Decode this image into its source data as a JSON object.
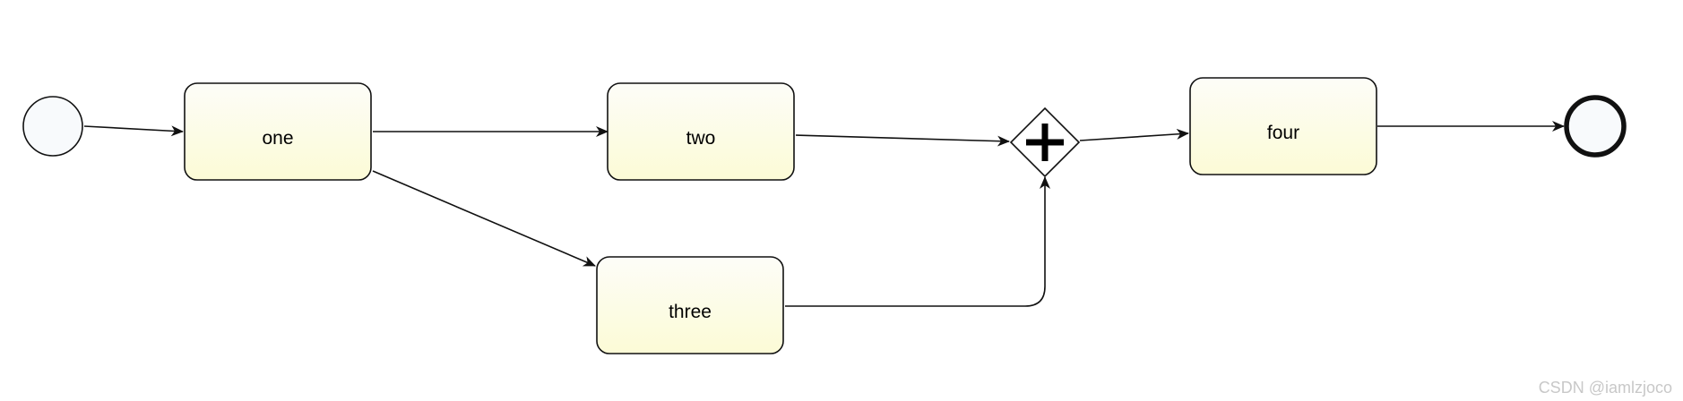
{
  "diagram": {
    "tasks": [
      {
        "id": "one",
        "label": "one"
      },
      {
        "id": "two",
        "label": "two"
      },
      {
        "id": "three",
        "label": "three"
      },
      {
        "id": "four",
        "label": "four"
      }
    ],
    "gateway": {
      "type": "parallel",
      "icon": "plus-icon"
    },
    "events": [
      {
        "type": "start"
      },
      {
        "type": "end"
      }
    ],
    "colors": {
      "task_fill_top": "#fdfdf8",
      "task_fill_bottom": "#fcfbd6",
      "event_fill": "#f8fafc",
      "stroke": "#111111"
    }
  },
  "watermark": "CSDN @iamlzjoco"
}
